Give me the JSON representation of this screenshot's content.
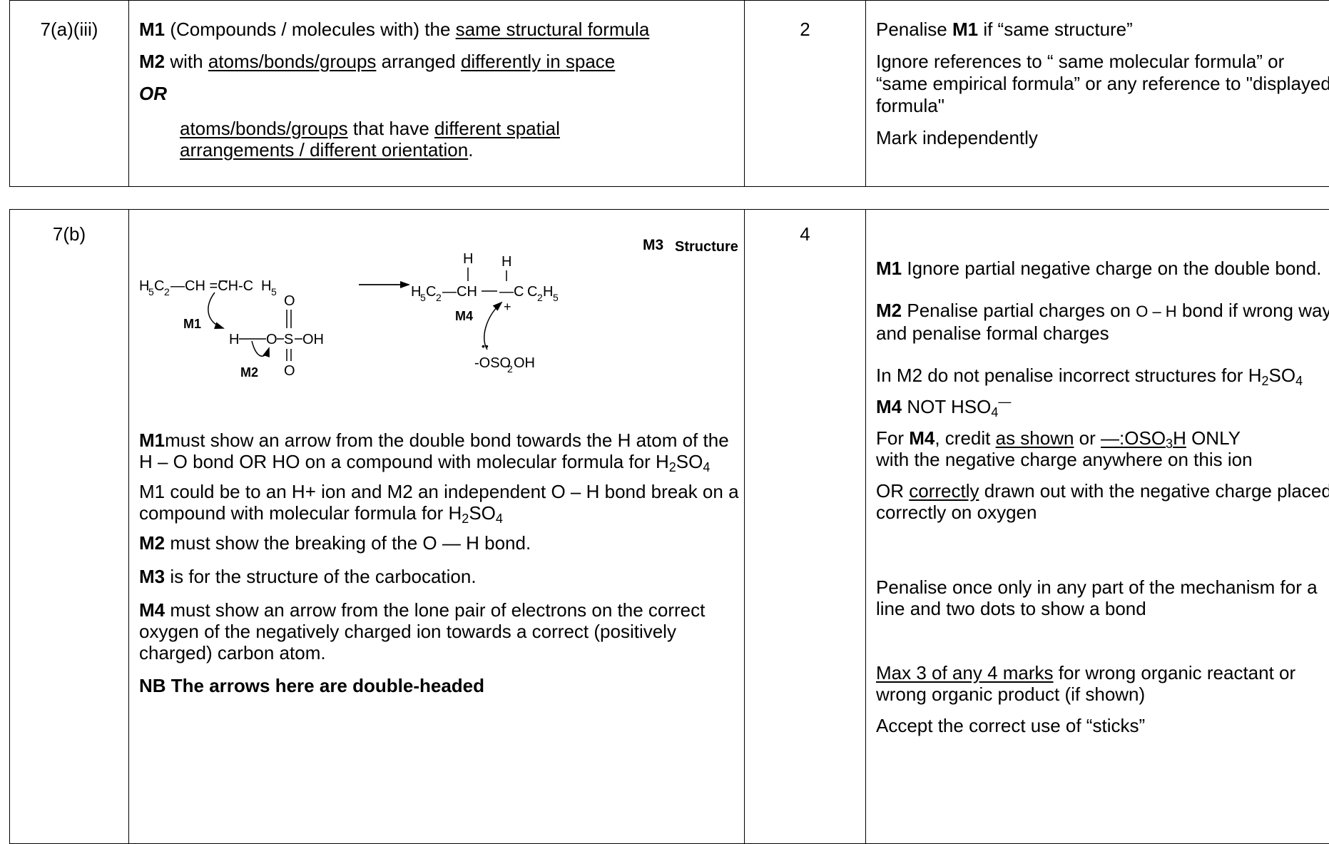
{
  "row1": {
    "question": "7(a)(iii)",
    "marks": "2",
    "answer": {
      "m1_label": "M1",
      "m1_pre": " (Compounds / molecules with) the ",
      "m1_ul": "same structural formula",
      "m2_label": "M2",
      "m2_pre": " with ",
      "m2_ul1": "atoms/bonds/groups",
      "m2_mid": " arranged ",
      "m2_ul2": "differently in space",
      "or": "OR",
      "alt_ul1": "atoms/bonds/groups",
      "alt_mid": " that have ",
      "alt_ul2a": "different spatial",
      "alt_ul2b": "arrangements /  different orientation",
      "alt_end": "."
    },
    "guidance": {
      "g1_pre": "Penalise ",
      "g1_b": "M1",
      "g1_post": " if “same structure”",
      "g2": "Ignore references to “ same molecular formula” or “same empirical formula” or any reference to \"displayed formula\"",
      "g3": "Mark independently"
    }
  },
  "row2": {
    "question": "7(b)",
    "marks": "4",
    "mechanism": {
      "m3_label": "M3",
      "structure_label": "Structure",
      "m1_label": "M1",
      "m2_label": "M2",
      "m4_label": "M4",
      "reactant_h5c2": "H",
      "reactant_sub5": "5",
      "reactant_c": "C",
      "reactant_sub2": "2",
      "reactant_mid": "—CH =CH-C",
      "reactant_end_h": "H",
      "product_h1": "H",
      "product_h2": "H",
      "product_plus": "+",
      "product_c": "C",
      "acid_o_top": "O",
      "acid_o_bot": "O",
      "acid_s": "S",
      "acid_h": "H",
      "acid_o": "O",
      "acid_oh": "OH",
      "anion": "-OSO",
      "anion_sub": "2",
      "anion_end": "OH",
      "lonepair": "••",
      "c2h5_c": "C",
      "c2h5_sub2": "2",
      "c2h5_h": "H",
      "c2h5_sub5": "5",
      "ch_dash": "—CH",
      "dash_c": "—C",
      "minus_c": "C",
      "h5c2_h": "H",
      "h5c2_sub5": "5",
      "h5c2_c": "C",
      "h5c2_sub2": "2"
    },
    "answer": {
      "p1_b": "M1",
      "p1_text": "must show an arrow from the double bond towards the H atom of the H – O bond OR HO on a compound with molecular formula for H",
      "p1_sub2": "2",
      "p1_so": "SO",
      "p1_sub4": "4",
      "p2_text": "M1 could be to an H+ ion and M2 an independent O – H bond break on a compound with molecular formula for H",
      "p2_sub2": "2",
      "p2_so": "SO",
      "p2_sub4": "4",
      "p3_b": "M2",
      "p3_text": " must show the breaking of the O — H bond.",
      "p4_b": "M3",
      "p4_text": " is for the structure of the carbocation.",
      "p5_b": "M4",
      "p5_text": " must show an arrow from the lone pair of electrons on the correct oxygen of the negatively charged ion towards a correct (positively charged) carbon atom.",
      "p6_b": "NB The arrows here are double-headed"
    },
    "guidance": {
      "g1_b": "M1",
      "g1_text": " Ignore partial negative charge on the double bond.",
      "g2_b": "M2",
      "g2_text": " Penalise partial charges on ",
      "g2_small": "O – H",
      "g2_end": " bond if wrong way and penalise formal charges",
      "g3_text": "In M2 do not penalise incorrect structures for H",
      "g3_sub2": "2",
      "g3_so": "SO",
      "g3_sub4": "4",
      "g4_b": "M4",
      "g4_text": "  NOT HSO",
      "g4_sub4": "4",
      "g4_sup": "—",
      "g5_pre": "For ",
      "g5_b": "M4",
      "g5_mid": ", credit  ",
      "g5_ul": "as shown",
      "g5_or": " or  ",
      "g5_ul2": "—:OSO",
      "g5_ul2_sub": "3",
      "g5_ul2_h": "H",
      "g5_only": " ONLY",
      "g5_tail": "with the negative charge anywhere on this ion",
      "g6_pre": "OR ",
      "g6_ul": "correctly",
      "g6_text": " drawn out with the negative charge placed correctly on oxygen",
      "g7": "Penalise once only in any part of the mechanism for a line and two dots to show a bond",
      "g8_ul": "Max 3 of any 4 marks",
      "g8_text": " for wrong organic reactant or wrong organic product (if shown)",
      "g9": "Accept the correct use of “sticks”"
    }
  }
}
